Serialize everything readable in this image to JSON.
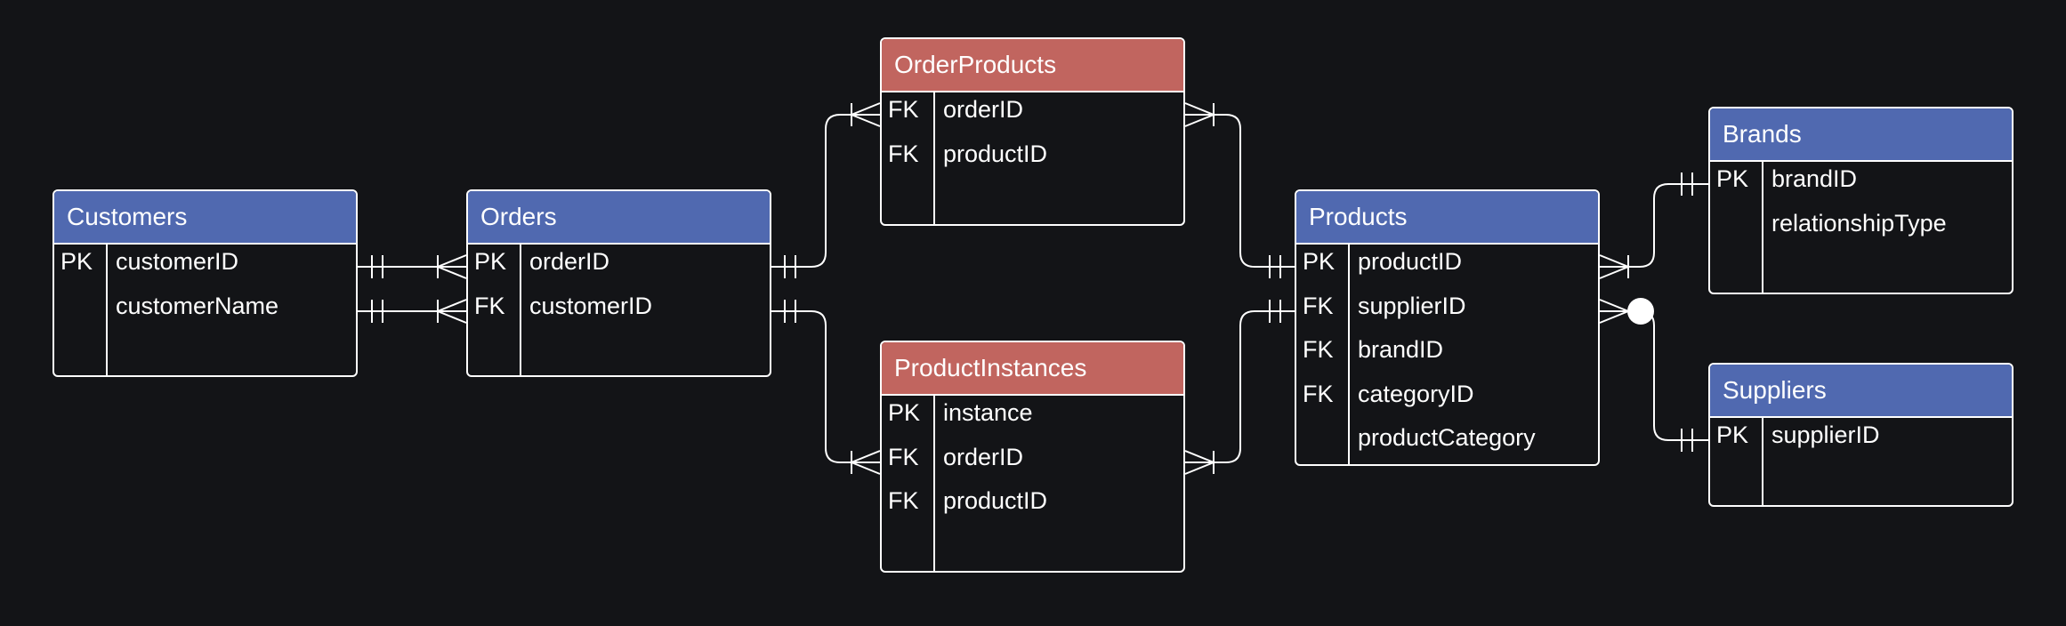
{
  "diagram": {
    "entities": {
      "customers": {
        "name": "Customers",
        "fields": [
          {
            "key": "PK",
            "name": "customerID"
          },
          {
            "key": "",
            "name": "customerName"
          }
        ]
      },
      "orders": {
        "name": "Orders",
        "fields": [
          {
            "key": "PK",
            "name": "orderID"
          },
          {
            "key": "FK",
            "name": "customerID"
          }
        ]
      },
      "orderproducts": {
        "name": "OrderProducts",
        "fields": [
          {
            "key": "FK",
            "name": "orderID"
          },
          {
            "key": "FK",
            "name": "productID"
          }
        ]
      },
      "productinstances": {
        "name": "ProductInstances",
        "fields": [
          {
            "key": "PK",
            "name": "instance"
          },
          {
            "key": "FK",
            "name": "orderID"
          },
          {
            "key": "FK",
            "name": "productID"
          }
        ]
      },
      "products": {
        "name": "Products",
        "fields": [
          {
            "key": "PK",
            "name": "productID"
          },
          {
            "key": "FK",
            "name": "supplierID"
          },
          {
            "key": "FK",
            "name": "brandID"
          },
          {
            "key": "FK",
            "name": "categoryID"
          },
          {
            "key": "",
            "name": "productCategory"
          }
        ]
      },
      "brands": {
        "name": "Brands",
        "fields": [
          {
            "key": "PK",
            "name": "brandID"
          },
          {
            "key": "",
            "name": "relationshipType"
          }
        ]
      },
      "suppliers": {
        "name": "Suppliers",
        "fields": [
          {
            "key": "PK",
            "name": "supplierID"
          }
        ]
      }
    },
    "colors": {
      "background": "#131417",
      "entity_header": "#5069b0",
      "junction_header": "#c1655f",
      "line": "#ffffff"
    }
  }
}
